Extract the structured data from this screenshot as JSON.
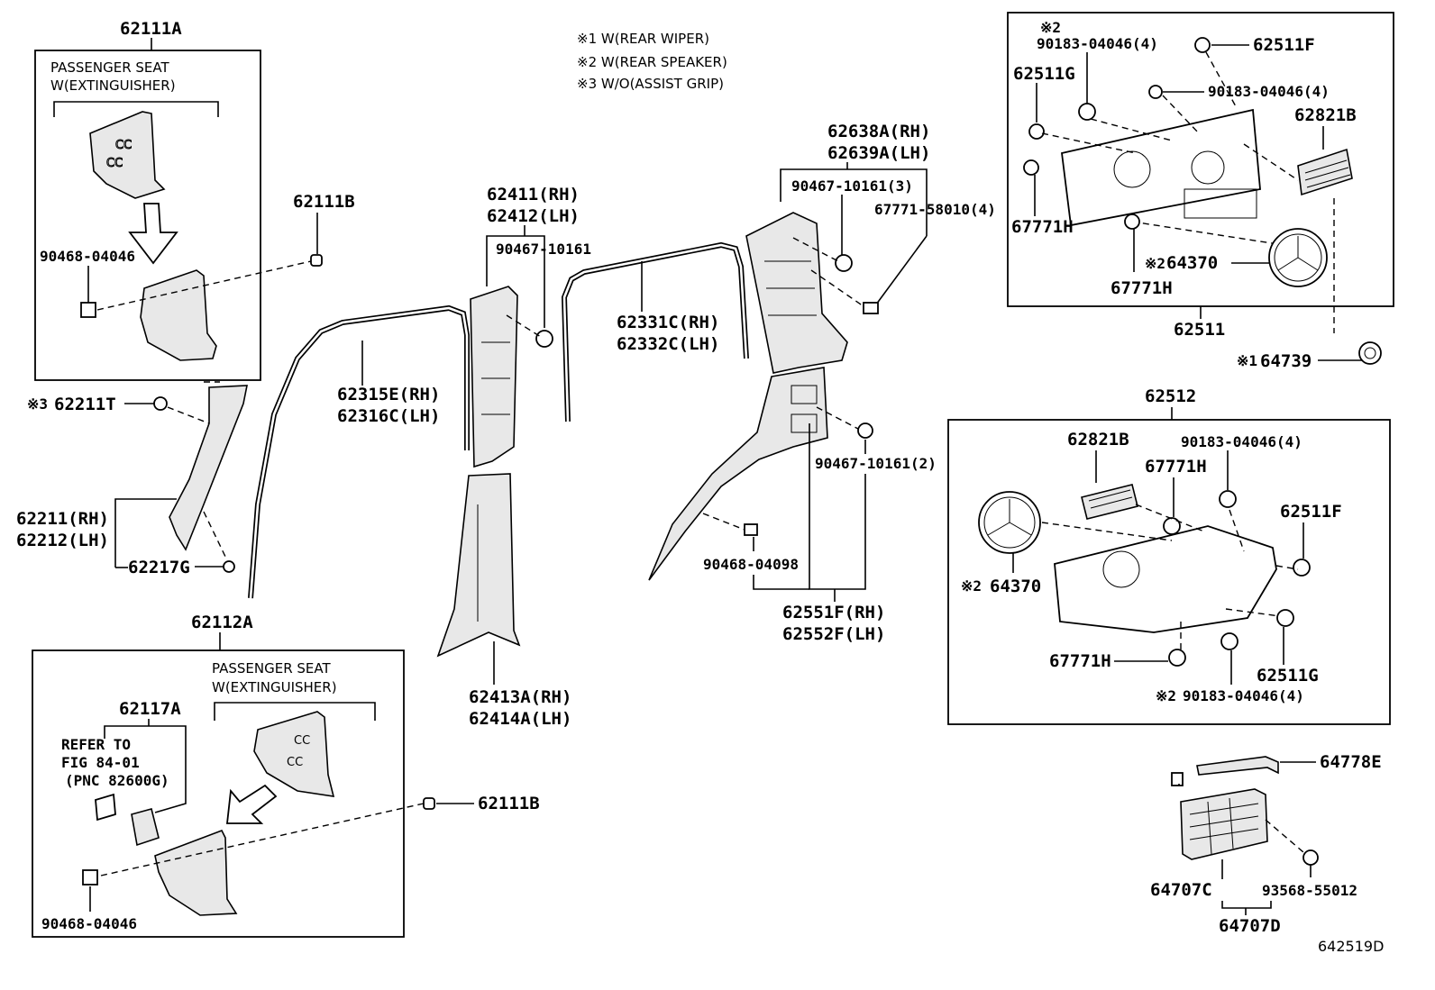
{
  "notes": {
    "n1": "※1  W(REAR WIPER)",
    "n2": "※2  W(REAR SPEAKER)",
    "n3": "※3  W/O(ASSIST GRIP)"
  },
  "labels": {
    "p62111A": "62111A",
    "seat1": "PASSENGER SEAT",
    "seat1b": "W(EXTINGUISHER)",
    "p90468_04046_a": "90468-04046",
    "p62111B_a": "62111B",
    "p62211T": "62211T",
    "p62211T_mark": "※3",
    "p62211": "62211(RH)",
    "p62212": "62212(LH)",
    "p62217G": "62217G",
    "p62315E": "62315E(RH)",
    "p62316C": "62316C(LH)",
    "p62411": "62411(RH)",
    "p62412": "62412(LH)",
    "p90467_10161": "90467-10161",
    "p62331C": "62331C(RH)",
    "p62332C": "62332C(LH)",
    "p62413A": "62413A(RH)",
    "p62414A": "62414A(LH)",
    "p62638A": "62638A(RH)",
    "p62639A": "62639A(LH)",
    "p90467_10161_3": "90467-10161(3)",
    "p67771_58010": "67771-58010(4)",
    "p90467_10161_2": "90467-10161(2)",
    "p90468_04098": "90468-04098",
    "p62551F": "62551F(RH)",
    "p62552F": "62552F(LH)",
    "p62112A": "62112A",
    "seat2": "PASSENGER SEAT",
    "seat2b": "W(EXTINGUISHER)",
    "p62117A": "62117A",
    "refer1": "REFER TO",
    "refer2": "FIG 84-01",
    "refer3": "(PNC 82600G)",
    "p62111B_b": "62111B",
    "p90468_04046_b": "90468-04046",
    "b1_mark": "※2",
    "b1_90183a": "90183-04046(4)",
    "b1_62511F": "62511F",
    "b1_62511G": "62511G",
    "b1_90183b": "90183-04046(4)",
    "b1_62821B": "62821B",
    "b1_67771H_a": "67771H",
    "b1_64370": "64370",
    "b1_64370_mark": "※2",
    "b1_67771H_b": "67771H",
    "b1_62511": "62511",
    "p64739": "64739",
    "p64739_mark": "※1",
    "b2_62512": "62512",
    "b2_62821B": "62821B",
    "b2_90183a": "90183-04046(4)",
    "b2_67771H_a": "67771H",
    "b2_62511F": "62511F",
    "b2_64370": "64370",
    "b2_64370_mark": "※2",
    "b2_67771H_b": "67771H",
    "b2_62511G": "62511G",
    "b2_90183b": "90183-04046(4)",
    "b2_90183b_mark": "※2",
    "p64778E": "64778E",
    "p64707C": "64707C",
    "p93568": "93568-55012",
    "p64707D": "64707D",
    "fig_id": "642519D"
  }
}
